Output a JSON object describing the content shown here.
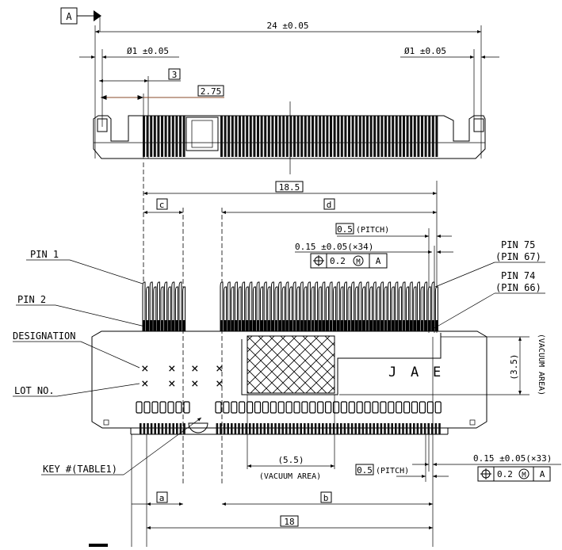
{
  "datum": {
    "letter": "A"
  },
  "top": {
    "overall": "24 ±0.05",
    "hole_left": "Ø1 ±0.05",
    "hole_right": "Ø1 ±0.05",
    "dim_3": "3",
    "dim_275": "2.75",
    "dim_185": "18.5"
  },
  "front": {
    "c": "c",
    "d": "d",
    "pitch_top": "0.5",
    "pitch_word": "(PITCH)",
    "tol_top": "0.15 ±0.05(×34)",
    "fcf_tol": "0.2",
    "fcf_mod": "M",
    "fcf_datum": "A",
    "pin1": "PIN 1",
    "pin2": "PIN 2",
    "pin75": "PIN 75",
    "pin67": "(PIN 67)",
    "pin74": "PIN 74",
    "pin66": "(PIN 66)",
    "designation": "DESIGNATION",
    "lot": "LOT NO.",
    "key": "KEY #(TABLE1)",
    "marks": [
      "×",
      "×",
      "×",
      "×",
      "×",
      "×",
      "×",
      "×"
    ],
    "brand": [
      "J",
      "A",
      "E"
    ],
    "vac_h": "(3.5)",
    "vac_h_word": "(VACUUM AREA)",
    "vac_w": "(5.5)",
    "vac_w_word": "(VACUUM AREA)",
    "pitch_bot": "0.5",
    "pitch_bot_word": "(PITCH)",
    "tol_bot": "0.15 ±0.05(×33)",
    "fcf_tol_bot": "0.2",
    "fcf_mod_bot": "M",
    "fcf_datum_bot": "A",
    "a": "a",
    "b": "b",
    "dim_18": "18"
  }
}
